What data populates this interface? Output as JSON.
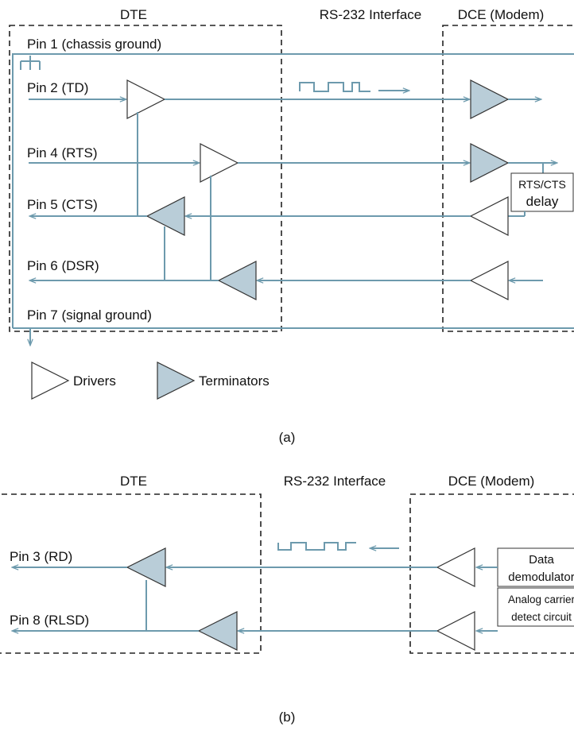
{
  "diagram_a": {
    "dte_label": "DTE",
    "interface_label": "RS-232 Interface",
    "dce_label": "DCE (Modem)",
    "pins": {
      "pin1": "Pin 1 (chassis ground)",
      "pin2": "Pin 2 (TD)",
      "pin4": "Pin 4 (RTS)",
      "pin5": "Pin 5 (CTS)",
      "pin6": "Pin 6 (DSR)",
      "pin7": "Pin 7 (signal ground)"
    },
    "delay_box": {
      "line1": "RTS/CTS",
      "line2": "delay"
    },
    "legend": {
      "drivers": "Drivers",
      "terminators": "Terminators"
    },
    "caption": "(a)"
  },
  "diagram_b": {
    "dte_label": "DTE",
    "interface_label": "RS-232 Interface",
    "dce_label": "DCE (Modem)",
    "pins": {
      "pin3": "Pin 3 (RD)",
      "pin8": "Pin 8 (RLSD)"
    },
    "demod_box": {
      "line1": "Data",
      "line2": "demodulator"
    },
    "carrier_box": {
      "line1": "Analog carrier",
      "line2": "detect circuit"
    },
    "caption": "(b)"
  },
  "colors": {
    "signal_line": "#6d9aad",
    "terminator_fill": "#b9cdd8",
    "driver_fill": "#ffffff"
  }
}
